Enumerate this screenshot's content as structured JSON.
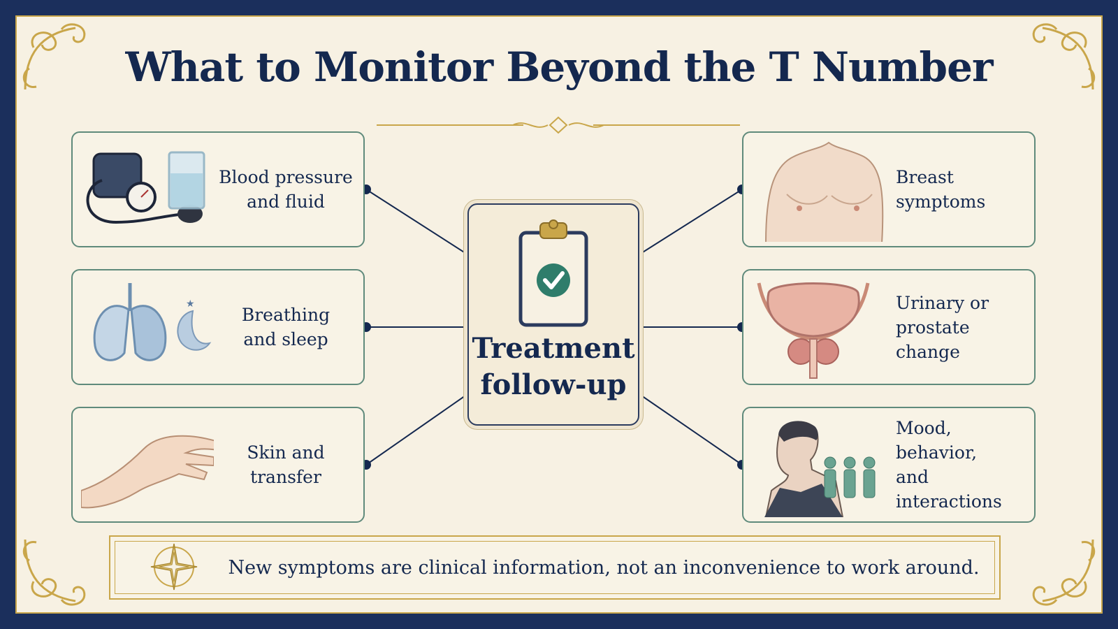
{
  "title": "What to Monitor Beyond the T Number",
  "center": {
    "label": "Treatment\nfollow-up",
    "icon": "clipboard-check-icon"
  },
  "left_cards": [
    {
      "label": "Blood pressure\nand fluid",
      "icon": "blood-pressure-cuff-icon"
    },
    {
      "label": "Breathing\nand sleep",
      "icon": "lungs-moon-icon"
    },
    {
      "label": "Skin and\ntransfer",
      "icon": "hand-icon"
    }
  ],
  "right_cards": [
    {
      "label": "Breast\nsymptoms",
      "icon": "chest-icon"
    },
    {
      "label": "Urinary or\nprostate\nchange",
      "icon": "bladder-prostate-icon"
    },
    {
      "label": "Mood, behavior,\nand interactions",
      "icon": "person-profile-icon"
    }
  ],
  "footer": {
    "text": "New symptoms are clinical information, not an inconvenience to work around.",
    "icon": "compass-icon"
  },
  "colors": {
    "navy": "#14284f",
    "gold": "#c9a64a",
    "teal": "#5f8a7b",
    "cream": "#f7f1e3"
  }
}
